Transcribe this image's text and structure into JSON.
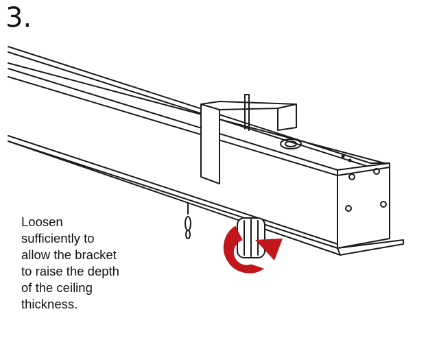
{
  "step": {
    "number": "3."
  },
  "instruction": {
    "lines": [
      "Loosen",
      "sufficiently to",
      "allow the bracket",
      "to raise the depth",
      "of the ceiling",
      "thickness."
    ]
  },
  "illustration": {
    "arrow_color": "#c0161c",
    "line_color": "#1a1a1a",
    "icon_names": [
      "screen-housing",
      "mounting-bracket",
      "adjustment-knob",
      "pull-cord",
      "rotation-arrow-icon"
    ]
  }
}
